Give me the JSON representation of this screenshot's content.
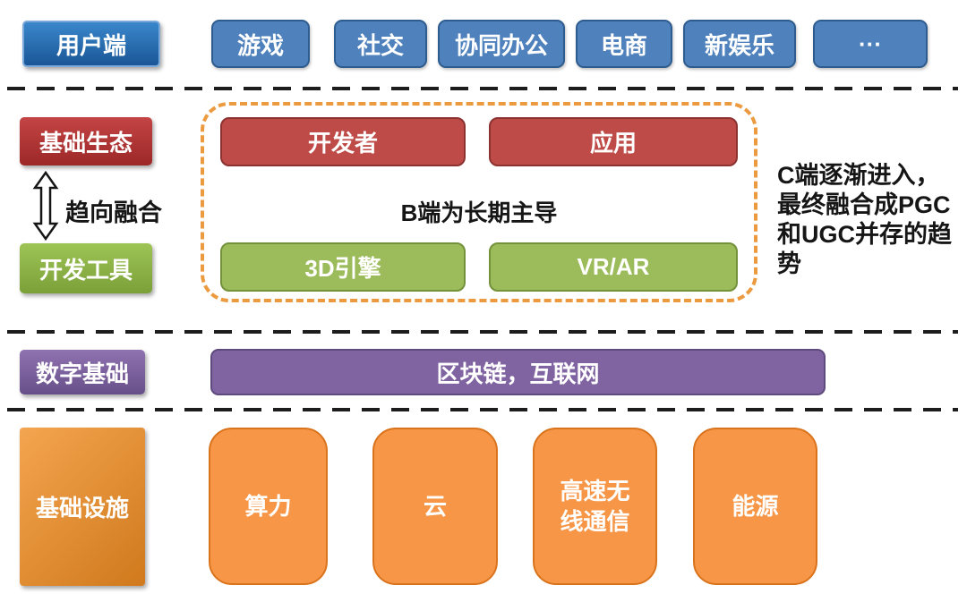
{
  "diagram_title": "metaverse-industry-stack",
  "colors": {
    "blue_item": "#4f81bd",
    "blue_label": "#1a5697",
    "red": "#bf4b48",
    "green": "#9cbb5a",
    "purple": "#8064a2",
    "orange": "#f79646",
    "dashed_frame_orange": "#ec9a3f",
    "separator": "#1d1d1d"
  },
  "rows": {
    "user": {
      "label": "用户端",
      "items": [
        "游戏",
        "社交",
        "协同办公",
        "电商",
        "新娱乐",
        "···"
      ]
    },
    "middle": {
      "ecosystem_label": "基础生态",
      "arrow_label": "趋向融合",
      "devtools_label": "开发工具",
      "red_boxes": [
        "开发者",
        "应用"
      ],
      "center_note": "B端为长期主导",
      "green_boxes": [
        "3D引擎",
        "VR/AR"
      ],
      "side_note": "C端逐渐进入，\n最终融合成PGC\n和UGC并存的趋\n势"
    },
    "digital": {
      "label": "数字基础",
      "bar_label": "区块链，互联网"
    },
    "infra": {
      "label": "基础设施",
      "items": [
        "算力",
        "云",
        "高速无\n线通信",
        "能源"
      ]
    }
  }
}
